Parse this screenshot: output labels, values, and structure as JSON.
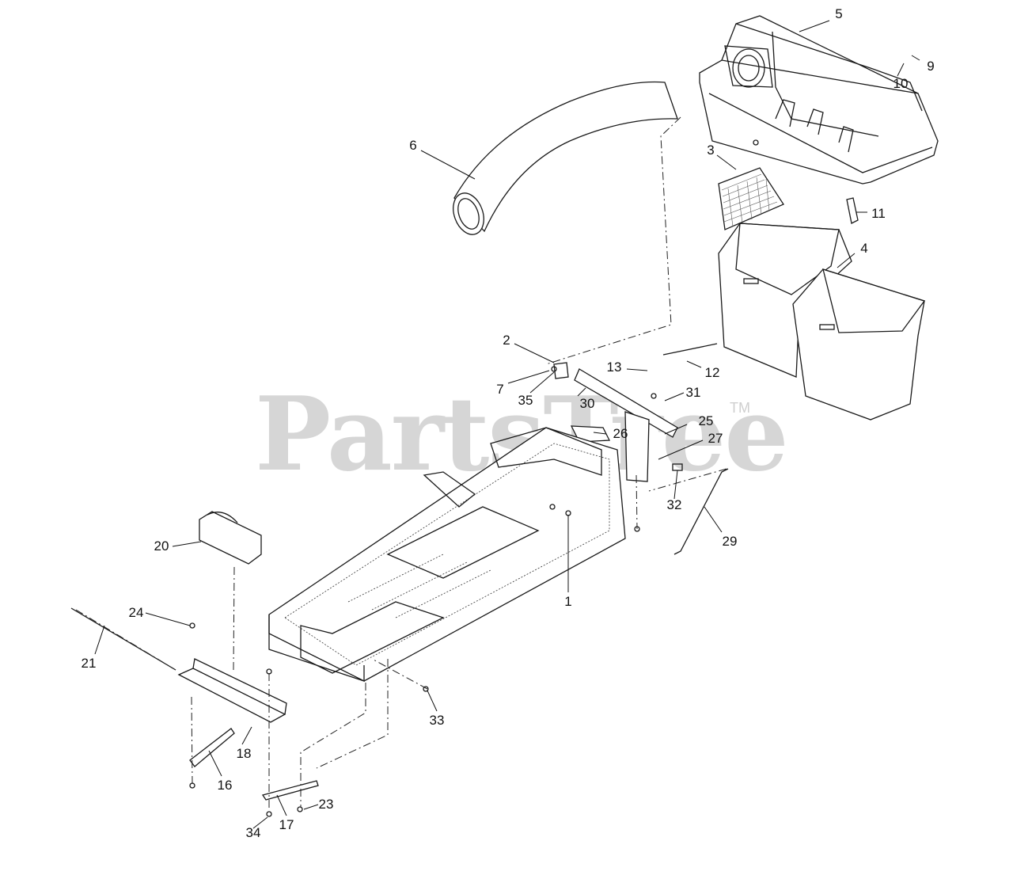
{
  "watermark": {
    "text": "PartsTree",
    "trademark": "TM"
  },
  "callouts": [
    {
      "id": "1",
      "text": "1"
    },
    {
      "id": "2",
      "text": "2"
    },
    {
      "id": "3",
      "text": "3"
    },
    {
      "id": "4",
      "text": "4"
    },
    {
      "id": "5",
      "text": "5"
    },
    {
      "id": "6",
      "text": "6"
    },
    {
      "id": "7",
      "text": "7"
    },
    {
      "id": "9",
      "text": "9"
    },
    {
      "id": "10",
      "text": "10"
    },
    {
      "id": "11",
      "text": "11"
    },
    {
      "id": "12",
      "text": "12"
    },
    {
      "id": "13",
      "text": "13"
    },
    {
      "id": "16",
      "text": "16"
    },
    {
      "id": "17",
      "text": "17"
    },
    {
      "id": "18",
      "text": "18"
    },
    {
      "id": "20",
      "text": "20"
    },
    {
      "id": "21",
      "text": "21"
    },
    {
      "id": "23",
      "text": "23"
    },
    {
      "id": "24",
      "text": "24"
    },
    {
      "id": "25",
      "text": "25"
    },
    {
      "id": "26",
      "text": "26"
    },
    {
      "id": "27",
      "text": "27"
    },
    {
      "id": "29",
      "text": "29"
    },
    {
      "id": "30",
      "text": "30"
    },
    {
      "id": "31",
      "text": "31"
    },
    {
      "id": "32",
      "text": "32"
    },
    {
      "id": "33",
      "text": "33"
    },
    {
      "id": "34",
      "text": "34"
    },
    {
      "id": "35",
      "text": "35"
    }
  ]
}
